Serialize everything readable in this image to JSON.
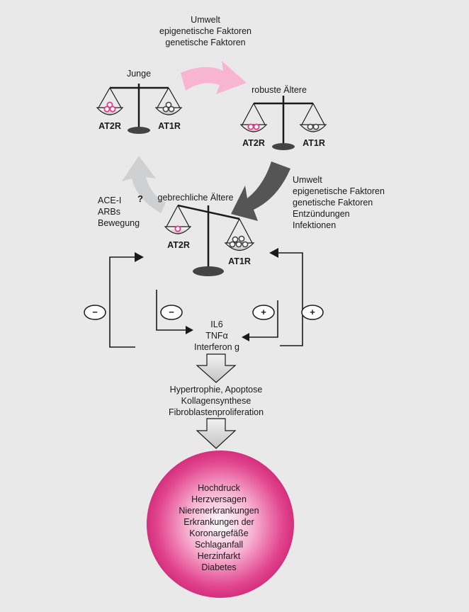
{
  "top_factors": [
    "Umwelt",
    "epigenetische Faktoren",
    "genetische Faktoren"
  ],
  "scales": {
    "young": {
      "title": "Junge",
      "left_label": "AT2R",
      "right_label": "AT1R"
    },
    "robust": {
      "title": "robuste Ältere",
      "left_label": "AT2R",
      "right_label": "AT1R"
    },
    "frail": {
      "title": "gebrechliche Ältere",
      "left_label": "AT2R",
      "right_label": "AT1R"
    }
  },
  "right_factors": [
    "Umwelt",
    "epigenetische Faktoren",
    "genetische Faktoren",
    "Entzündungen",
    "Infektionen"
  ],
  "interventions": [
    "ACE-I",
    "ARBs",
    "Bewegung"
  ],
  "question_mark": "?",
  "signs": {
    "minus": "−",
    "plus": "+"
  },
  "cytokines": [
    "IL6",
    "TNFα",
    "Interferon g"
  ],
  "effects": [
    "Hypertrophie, Apoptose",
    "Kollagensynthese",
    "Fibroblastenproliferation"
  ],
  "diseases": [
    "Hochdruck",
    "Herzversagen",
    "Nierenerkrankungen",
    "Erkrankungen der",
    "Koronargefäße",
    "Schlaganfall",
    "Herzinfarkt",
    "Diabetes"
  ],
  "colors": {
    "pink": "#e8368f",
    "light_pink": "#f7b5d2",
    "dark_gray": "#555555",
    "light_gray": "#cfd0d1",
    "background": "#e9e9e9"
  }
}
